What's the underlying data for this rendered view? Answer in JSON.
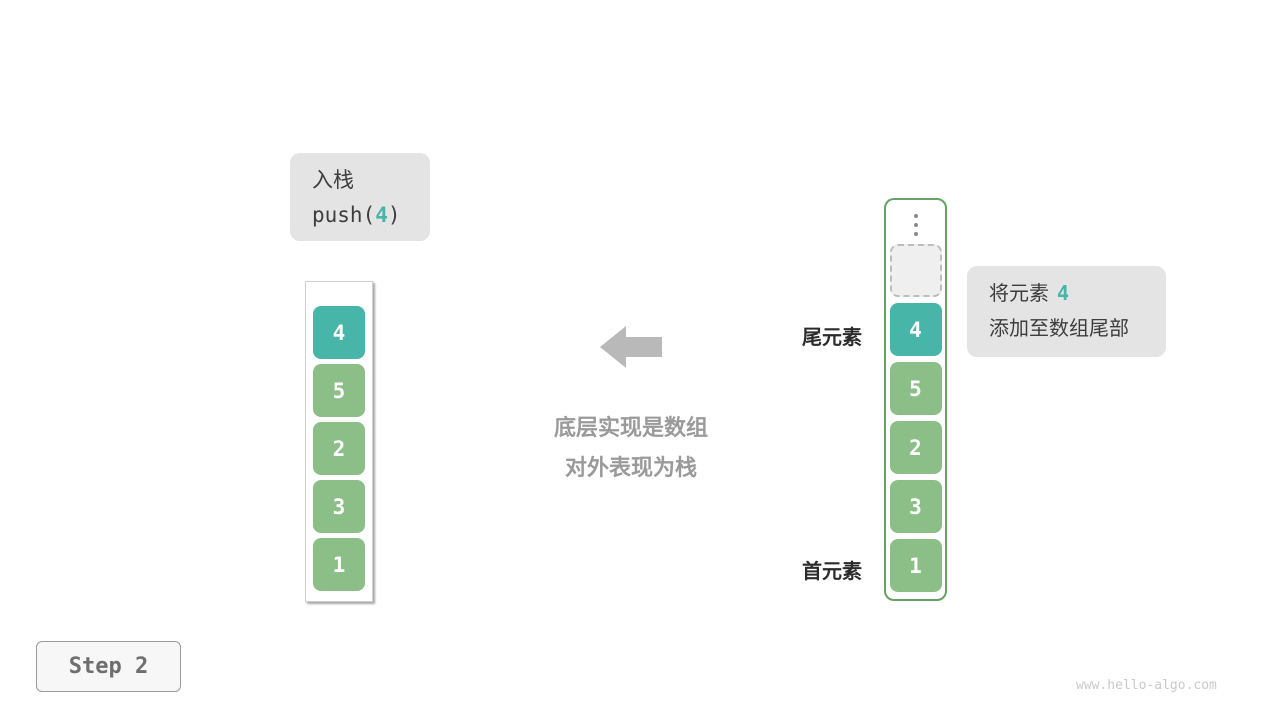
{
  "colors": {
    "teal": "#47b5a7",
    "green": "#8cbf88",
    "container_border_green": "#64a364",
    "bubble_gray": "#e4e4e4",
    "arrow_gray": "#b9b9b9",
    "caption_gray": "#9a9a9a",
    "label_dark": "#2b2b2b",
    "text_dark": "#3d3d3d",
    "step_gray": "#6e6e6e",
    "watermark_gray": "#c9c9c9",
    "dashed_fill": "#efefef",
    "dashed_border": "#bdbdbd"
  },
  "icons": {
    "arrow": "arrow-left-icon",
    "ellipsis": "vertical-ellipsis-icon"
  },
  "push_label": {
    "title": "入栈",
    "code_prefix": "push(",
    "code_value": "4",
    "code_suffix": ")"
  },
  "left_stack": {
    "cells": [
      "4",
      "5",
      "2",
      "3",
      "1"
    ]
  },
  "caption": {
    "line1": "底层实现是数组",
    "line2": "对外表现为栈"
  },
  "array_view": {
    "cells": [
      "4",
      "5",
      "2",
      "3",
      "1"
    ]
  },
  "side_labels": {
    "tail": "尾元素",
    "head": "首元素"
  },
  "note": {
    "line1_prefix": "将元素",
    "line1_value": "4",
    "line2": "添加至数组尾部"
  },
  "step": {
    "label": "Step 2"
  },
  "watermark": "www.hello-algo.com"
}
